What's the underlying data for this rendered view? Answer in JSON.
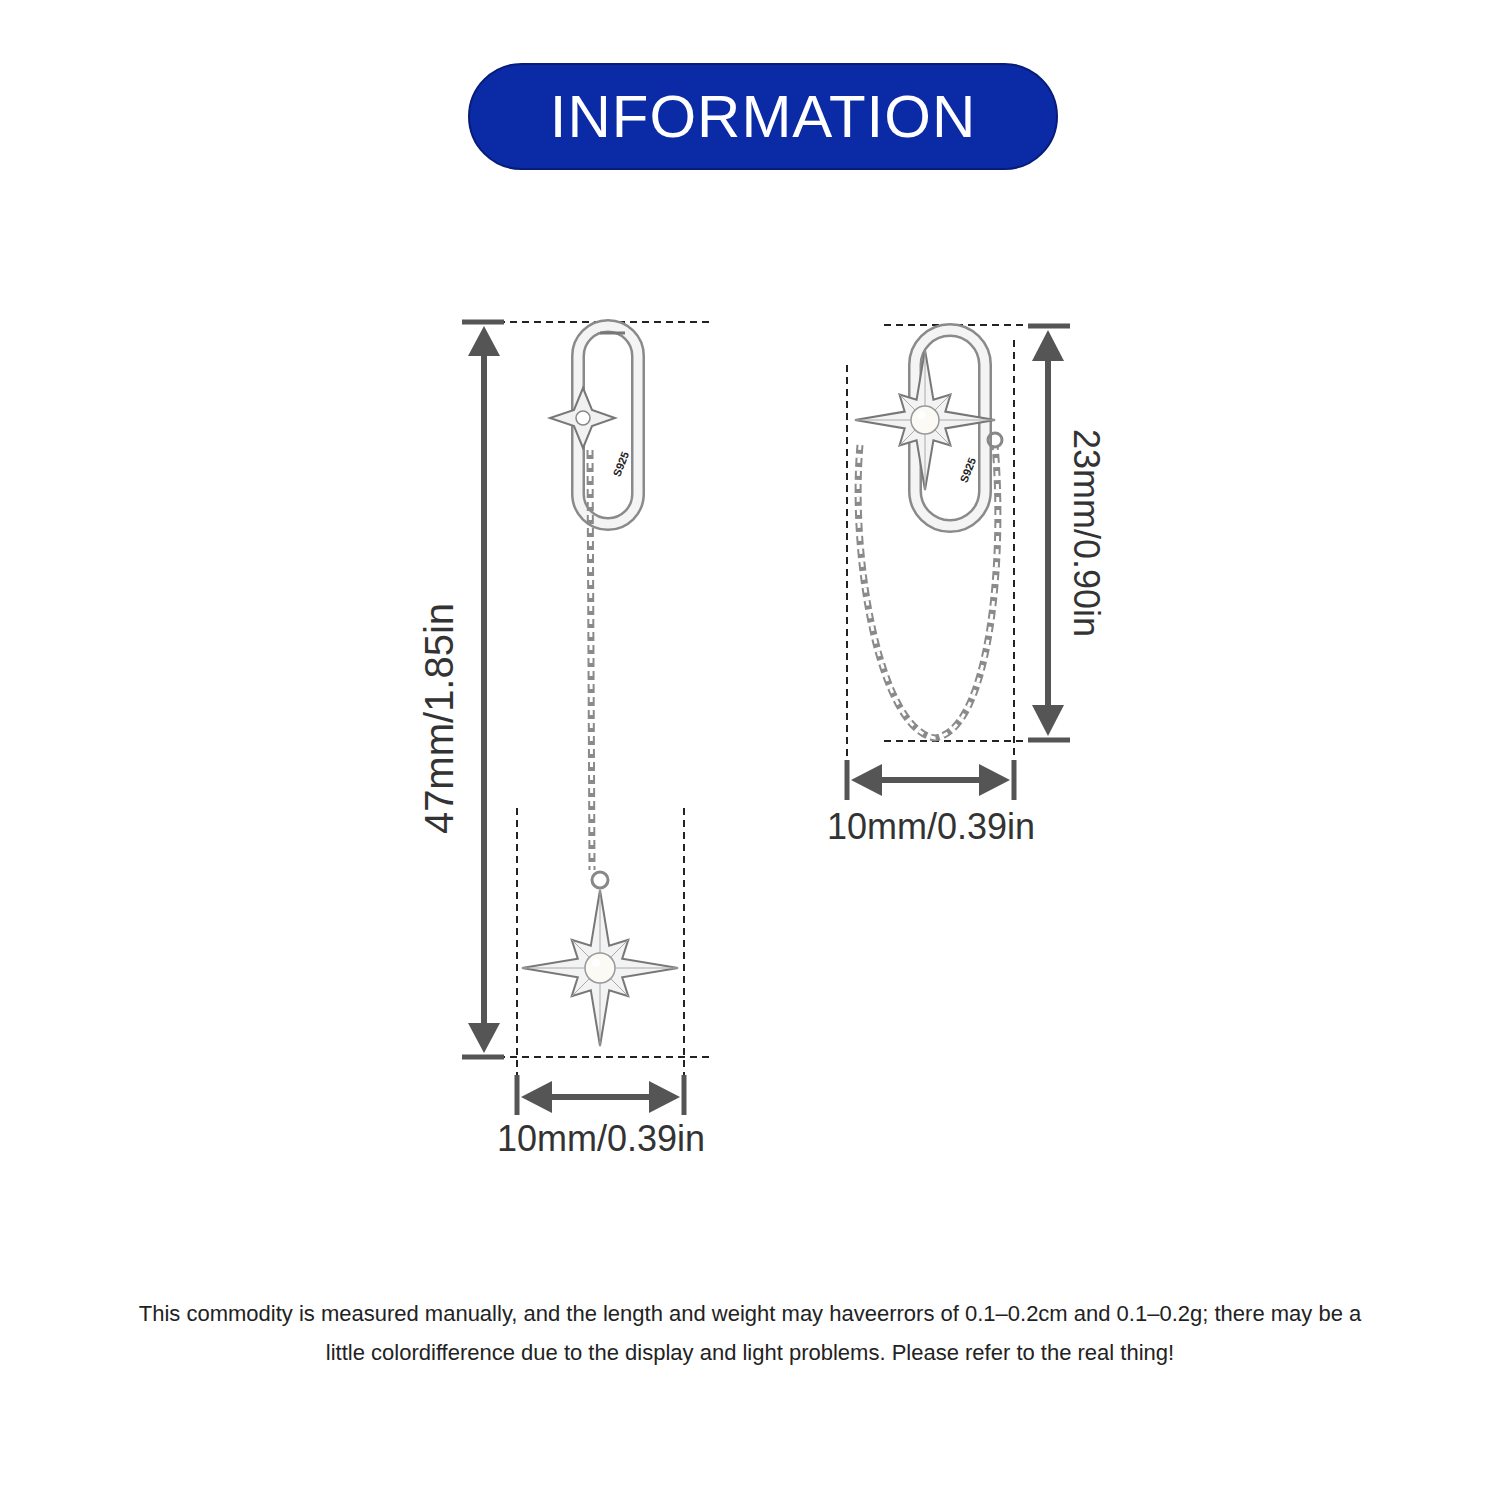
{
  "diagram": {
    "title": "INFORMATION",
    "caption": "This commodity is measured manually, and the length and weight may haveerrors of 0.1–0.2cm and 0.1–0.2g; there may be a little colordifference due to the display and light problems. Please refer to the real thing!",
    "labels": [
      "47mm/1.85in",
      "10mm/0.39in",
      "23mm/0.90in",
      "10mm/0.39in",
      "S925",
      "S925"
    ]
  }
}
